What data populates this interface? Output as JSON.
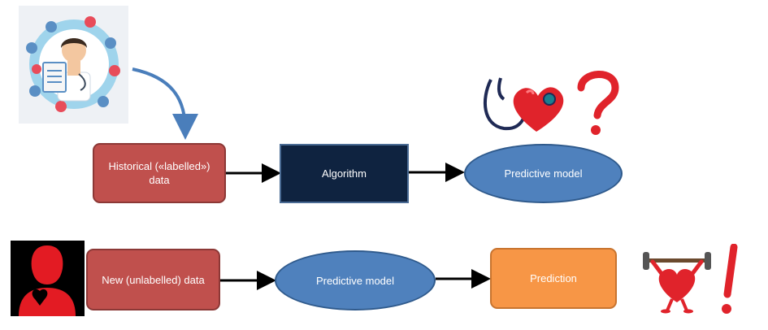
{
  "row1": {
    "historical_data": "Historical («labelled»)\ndata",
    "algorithm": "Algorithm",
    "predictive_model": "Predictive model"
  },
  "row2": {
    "new_data": "New (unlabelled) data",
    "predictive_model": "Predictive model",
    "prediction": "Prediction"
  },
  "colors": {
    "data_box": "#c0504d",
    "algorithm_box": "#0f2340",
    "model_ellipse": "#4f81bd",
    "prediction_box": "#f79646",
    "arrow": "#000000",
    "curved_arrow": "#4a7ebb",
    "heart": "#e0232b",
    "question_mark": "#e0232b"
  },
  "icons": [
    "doctor-illustration",
    "stethoscope-heart-icon",
    "question-mark-icon",
    "person-heart-icon",
    "strong-heart-icon",
    "exclamation-mark-icon"
  ]
}
